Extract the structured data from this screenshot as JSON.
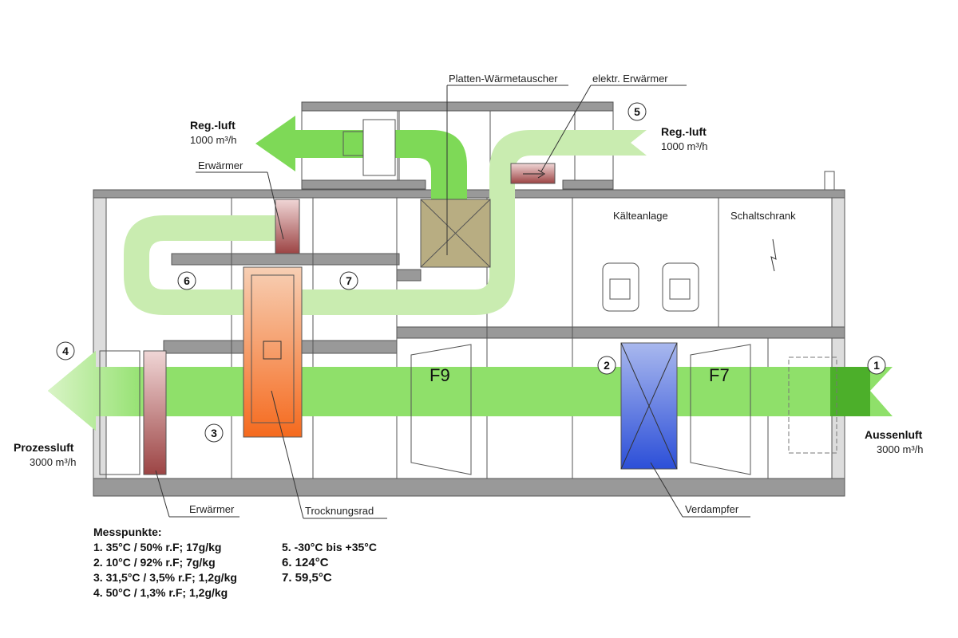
{
  "labels": {
    "plate_hx": "Platten-Wärmetauscher",
    "electric_heater": "elektr. Erwärmer",
    "heater_top": "Erwärmer",
    "heater_bottom": "Erwärmer",
    "chiller": "Kälteanlage",
    "control_cabinet": "Schaltschrank",
    "desiccant_wheel": "Trocknungsrad",
    "evaporator": "Verdampfer",
    "filter_f9": "F9",
    "filter_f7": "F7"
  },
  "flows": {
    "reg_out": {
      "name": "Reg.-luft",
      "rate": "1000 m³/h"
    },
    "reg_in": {
      "name": "Reg.-luft",
      "rate": "1000 m³/h"
    },
    "process": {
      "name": "Prozessluft",
      "rate": "3000 m³/h"
    },
    "outside": {
      "name": "Aussenluft",
      "rate": "3000 m³/h"
    }
  },
  "points": [
    "1",
    "2",
    "3",
    "4",
    "5",
    "6",
    "7"
  ],
  "legend": {
    "title": "Messpunkte:",
    "left": [
      "1. 35°C / 50% r.F; 17g/kg",
      "2. 10°C / 92% r.F; 7g/kg",
      "3. 31,5°C / 3,5% r.F; 1,2g/kg",
      "4. 50°C / 1,3% r.F; 1,2g/kg"
    ],
    "right": [
      "5. -30°C bis +35°C",
      "6. 124°C",
      "7. 59,5°C"
    ]
  },
  "colors": {
    "dark_green": "#7ed957",
    "light_green": "#c9ecb0",
    "casing": "#8a8a8a"
  }
}
